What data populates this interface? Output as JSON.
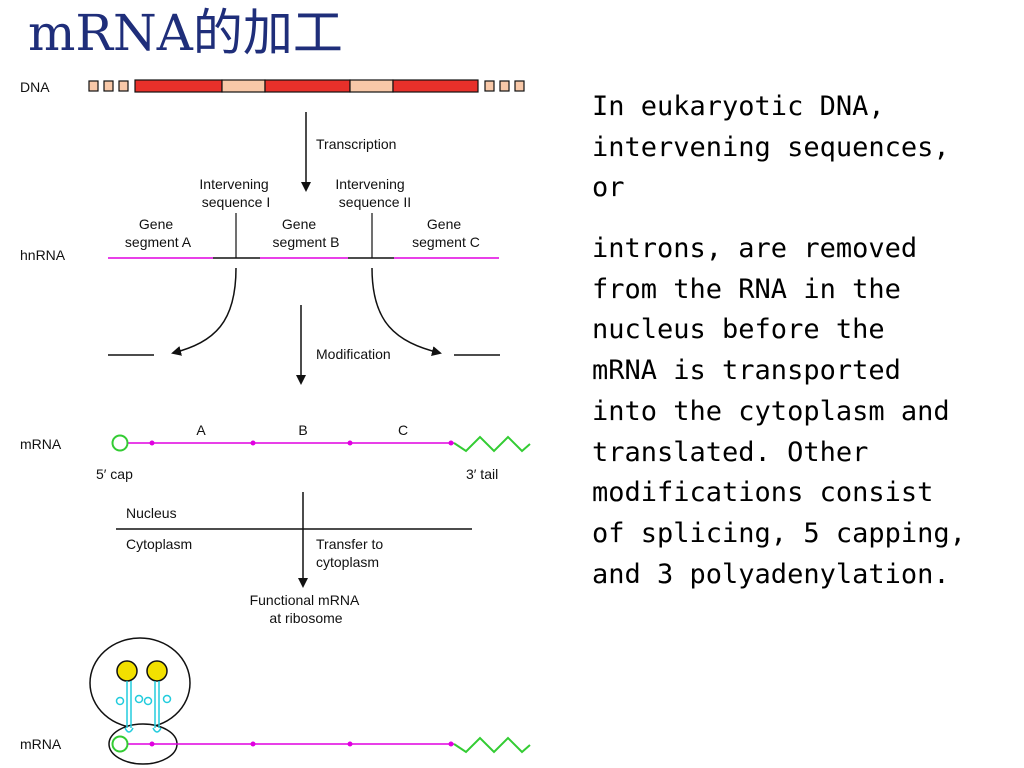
{
  "title": "mRNA的加工",
  "diagram": {
    "dna_label": "DNA",
    "hnrna_label": "hnRNA",
    "mrna_label": "mRNA",
    "mrna_label_2": "mRNA",
    "transcription_label": "Transcription",
    "intervening_1": [
      "Intervening",
      "sequence I"
    ],
    "intervening_2": [
      "Intervening",
      "sequence II"
    ],
    "gene_a": [
      "Gene",
      "segment A"
    ],
    "gene_b": [
      "Gene",
      "segment B"
    ],
    "gene_c": [
      "Gene",
      "segment C"
    ],
    "modification_label": "Modification",
    "segment_a": "A",
    "segment_b": "B",
    "segment_c": "C",
    "cap_label": "5′ cap",
    "tail_label": "3′ tail",
    "nucleus_label": "Nucleus",
    "cytoplasm_label": "Cytoplasm",
    "transfer": [
      "Transfer to",
      "cytoplasm"
    ],
    "functional": [
      "Functional mRNA",
      "at ribosome"
    ]
  },
  "paragraphs": [
    "In eukaryotic DNA,\nintervening sequences,\nor",
    "introns, are removed\nfrom the RNA in the\nnucleus before the\nmRNA is transported\ninto the cytoplasm and\ntranslated. Other\nmodifications consist\nof splicing, 5 capping,\nand 3  polyadenylation."
  ],
  "colors": {
    "title": "#1f2e7a",
    "exon": "#e8302a",
    "intron": "#f8c8a8",
    "rna": "#e000e0",
    "cap": "#33cc33",
    "trna": "#22ccdd",
    "ribosome_dot": "#f2e000"
  }
}
